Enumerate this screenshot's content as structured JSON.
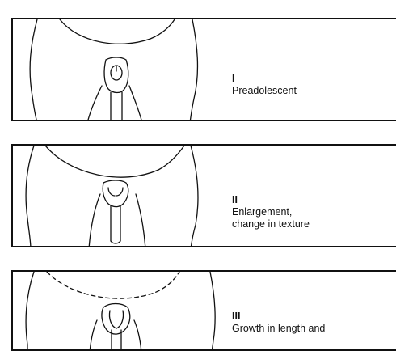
{
  "stages": [
    {
      "numeral": "I",
      "description": "Preadolescent"
    },
    {
      "numeral": "II",
      "description": "Enlargement,\nchange in texture"
    },
    {
      "numeral": "III",
      "description": "Growth in length and"
    }
  ]
}
